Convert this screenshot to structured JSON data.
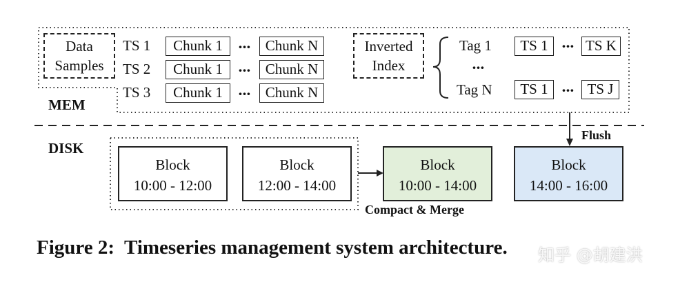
{
  "memory": {
    "label": "MEM",
    "data_samples": [
      "Data",
      "Samples"
    ],
    "series": [
      {
        "name": "TS 1",
        "first_chunk": "Chunk 1",
        "last_chunk": "Chunk N"
      },
      {
        "name": "TS 2",
        "first_chunk": "Chunk 1",
        "last_chunk": "Chunk N"
      },
      {
        "name": "TS 3",
        "first_chunk": "Chunk 1",
        "last_chunk": "Chunk N"
      }
    ],
    "ellipsis": "···",
    "inverted_index": [
      "Inverted",
      "Index"
    ],
    "tags": [
      {
        "name": "Tag 1",
        "first": "TS 1",
        "last": "TS K"
      },
      {
        "name": "Tag N",
        "first": "TS 1",
        "last": "TS J"
      }
    ],
    "tag_ellipsis": "···"
  },
  "disk": {
    "label": "DISK",
    "blocks": [
      {
        "title": "Block",
        "range": "10:00 - 12:00",
        "fill": "#ffffff"
      },
      {
        "title": "Block",
        "range": "12:00 - 14:00",
        "fill": "#ffffff"
      },
      {
        "title": "Block",
        "range": "10:00 - 14:00",
        "fill": "#e2efda"
      },
      {
        "title": "Block",
        "range": "14:00 - 16:00",
        "fill": "#dae8f7"
      }
    ],
    "compact_label": "Compact & Merge",
    "flush_label": "Flush"
  },
  "caption": "Figure 2:  Timeseries management system architecture.",
  "watermark": "知乎 @胡建洪"
}
